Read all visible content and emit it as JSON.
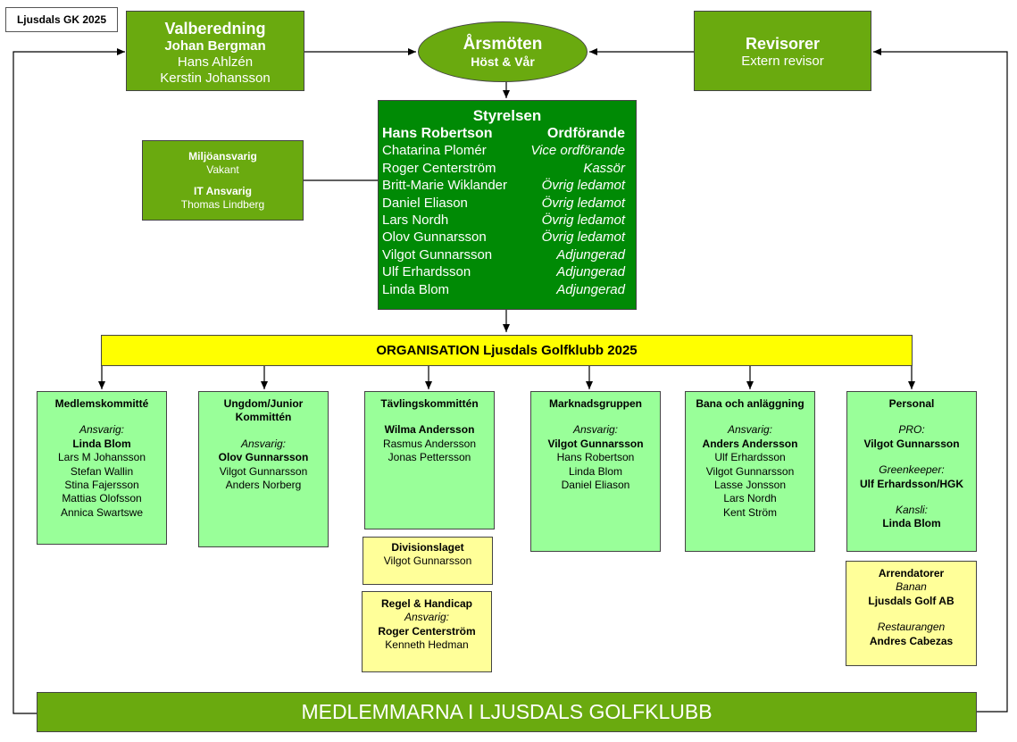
{
  "corner_label": "Ljusdals GK 2025",
  "valberedning": {
    "title": "Valberedning",
    "chair": "Johan Bergman",
    "members": [
      "Hans Ahlzén",
      "Kerstin Johansson"
    ]
  },
  "arsmoten": {
    "title": "Årsmöten",
    "subtitle": "Höst & Vår"
  },
  "revisorer": {
    "title": "Revisorer",
    "subtitle": "Extern revisor"
  },
  "miljo": {
    "title1": "Miljöansvarig",
    "value1": "Vakant",
    "title2": "IT Ansvarig",
    "value2": "Thomas Lindberg"
  },
  "styrelsen": {
    "title": "Styrelsen",
    "chair_name": "Hans Robertson",
    "chair_role": "Ordförande",
    "members": [
      {
        "name": "Chatarina Plomér",
        "role": "Vice ordförande"
      },
      {
        "name": "Roger Centerström",
        "role": "Kassör"
      },
      {
        "name": "Britt-Marie Wiklander",
        "role": "Övrig ledamot"
      },
      {
        "name": "Daniel Eliason",
        "role": "Övrig ledamot"
      },
      {
        "name": "Lars Nordh",
        "role": "Övrig ledamot"
      },
      {
        "name": "Olov Gunnarsson",
        "role": "Övrig ledamot"
      },
      {
        "name": "Vilgot Gunnarsson",
        "role": "Adjungerad"
      },
      {
        "name": "Ulf Erhardsson",
        "role": "Adjungerad"
      },
      {
        "name": "Linda Blom",
        "role": "Adjungerad"
      }
    ]
  },
  "organisation_title": "ORGANISATION Ljusdals Golfklubb 2025",
  "medlemskommitte": {
    "title": "Medlemskommitté",
    "ansvarig_label": "Ansvarig:",
    "lead": "Linda Blom",
    "members": [
      "Lars M Johansson",
      "Stefan Wallin",
      "Stina Fajersson",
      "Mattias Olofsson",
      "Annica Swartswe"
    ]
  },
  "ungdom": {
    "title": "Ungdom/Junior Kommittén",
    "ansvarig_label": "Ansvarig:",
    "lead": "Olov Gunnarsson",
    "members": [
      "Vilgot Gunnarsson",
      "Anders Norberg"
    ]
  },
  "tavling": {
    "title": "Tävlingskommittén",
    "lead": "Wilma Andersson",
    "members": [
      "Rasmus Andersson",
      "Jonas Pettersson"
    ]
  },
  "divisionslaget": {
    "title": "Divisionslaget",
    "member": "Vilgot Gunnarsson"
  },
  "regel": {
    "title": "Regel & Handicap",
    "ansvarig_label": "Ansvarig:",
    "lead": "Roger Centerström",
    "member": "Kenneth Hedman"
  },
  "marknad": {
    "title": "Marknadsgruppen",
    "ansvarig_label": "Ansvarig:",
    "lead": "Vilgot Gunnarsson",
    "members": [
      "Hans Robertson",
      "Linda Blom",
      "Daniel Eliason"
    ]
  },
  "bana": {
    "title": "Bana och anläggning",
    "ansvarig_label": "Ansvarig:",
    "lead": "Anders Andersson",
    "members": [
      "Ulf Erhardsson",
      "Vilgot Gunnarsson",
      "Lasse Jonsson",
      "Lars Nordh",
      "Kent Ström"
    ]
  },
  "personal": {
    "title": "Personal",
    "pro_label": "PRO:",
    "pro": "Vilgot Gunnarsson",
    "greenkeeper_label": "Greenkeeper:",
    "greenkeeper": "Ulf Erhardsson/HGK",
    "kansli_label": "Kansli:",
    "kansli": "Linda Blom"
  },
  "arrendatorer": {
    "title": "Arrendatorer",
    "banan_label": "Banan",
    "banan": "Ljusdals Golf AB",
    "restaurang_label": "Restaurangen",
    "restaurang": "Andres Cabezas"
  },
  "members_banner": "MEDLEMMARNA I LJUSDALS GOLFKLUBB"
}
